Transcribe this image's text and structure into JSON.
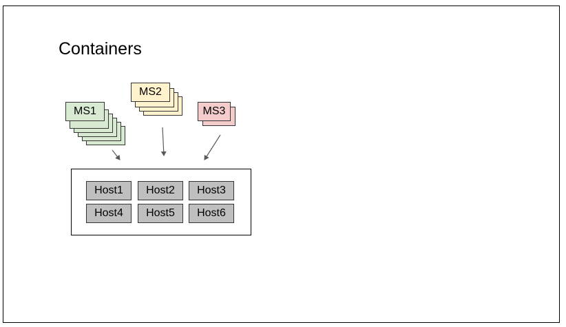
{
  "title": "Containers",
  "colors": {
    "ms1": "#d9ead3",
    "ms2": "#fff2cc",
    "ms3": "#f4cccc",
    "host": "#bfbfbf",
    "arrow": "#595959"
  },
  "microservices": [
    {
      "label": "MS1",
      "copies": 6
    },
    {
      "label": "MS2",
      "copies": 4
    },
    {
      "label": "MS3",
      "copies": 2
    }
  ],
  "hosts": [
    "Host1",
    "Host2",
    "Host3",
    "Host4",
    "Host5",
    "Host6"
  ]
}
